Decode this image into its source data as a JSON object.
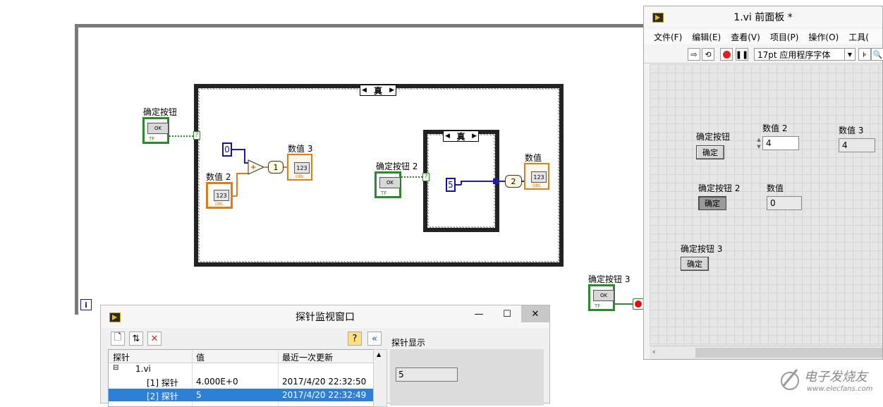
{
  "diagram": {
    "confirm_btn_label": "确定按钮",
    "confirm_btn2_label": "确定按钮 2",
    "confirm_btn3_label": "确定按钮 3",
    "value2_label": "数值 2",
    "value3_label": "数值 3",
    "value_label": "数值",
    "ok_text": "OK",
    "tf_text": "TF",
    "num_text": "123",
    "dbl_text": "DBL",
    "const_zero": "0",
    "const_five": "5",
    "probe_tag_1": "1",
    "probe_tag_2": "2",
    "outer_case_selector": "真",
    "inner_case_selector": "真",
    "case_terminal": "?",
    "iteration_terminal": "i"
  },
  "front_panel": {
    "title": "1.vi 前面板 *",
    "menus": [
      "文件(F)",
      "编辑(E)",
      "查看(V)",
      "项目(P)",
      "操作(O)",
      "工具("
    ],
    "font_selector": "17pt 应用程序字体",
    "confirm_btn_label": "确定按钮",
    "confirm_btn_text": "确定",
    "confirm_btn2_label": "确定按钮 2",
    "confirm_btn2_text": "确定",
    "confirm_btn3_label": "确定按钮 3",
    "confirm_btn3_text": "确定",
    "value2_label": "数值 2",
    "value2_value": "4",
    "value3_label": "数值 3",
    "value3_value": "4",
    "value_label": "数值",
    "value_value": "0"
  },
  "probe_window": {
    "title": "探针监视窗口",
    "columns": [
      "探针",
      "值",
      "最近一次更新"
    ],
    "group_label": "1.vi",
    "rows": [
      {
        "probe": "[1] 探针",
        "value": "4.000E+0",
        "updated": "2017/4/20 22:32:50"
      },
      {
        "probe": "[2] 探针",
        "value": "5",
        "updated": "2017/4/20 22:32:49"
      }
    ],
    "display_label": "探针显示",
    "display_value": "5"
  },
  "watermark": {
    "brand": "电子发烧友",
    "url": "www.elecfans.com"
  },
  "colors": {
    "bool_wire": "#2c8a2c",
    "numeric_orange": "#e07b1e",
    "int_blue": "#1414a0",
    "selection": "#2f7fd6"
  }
}
